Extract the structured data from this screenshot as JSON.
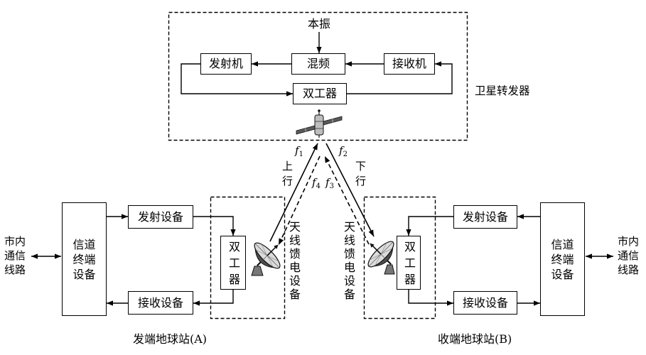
{
  "satellite": {
    "title": "卫星转发器",
    "local_oscillator": "本振",
    "transmitter": "发射机",
    "mixer": "混频",
    "receiver": "接收机",
    "duplexer": "双工器"
  },
  "links": {
    "uplink_label": "上行",
    "downlink_label": "下行",
    "f1": {
      "symbol": "f",
      "index": "1"
    },
    "f2": {
      "symbol": "f",
      "index": "2"
    },
    "f3": {
      "symbol": "f",
      "index": "3"
    },
    "f4": {
      "symbol": "f",
      "index": "4"
    }
  },
  "station_a": {
    "label": "发端地球站(A)",
    "city_line": [
      "市内",
      "通信",
      "线路"
    ],
    "channel_terminal": [
      "信道",
      "终端",
      "设备"
    ],
    "transmit_equipment": "发射设备",
    "receive_equipment": "接收设备",
    "duplexer": "双工器",
    "antenna_feed": "天线馈电设备"
  },
  "station_b": {
    "label": "收端地球站(B)",
    "city_line": [
      "市内",
      "通信",
      "线路"
    ],
    "channel_terminal": [
      "信道",
      "终端",
      "设备"
    ],
    "transmit_equipment": "发射设备",
    "receive_equipment": "接收设备",
    "duplexer": "双工器",
    "antenna_feed": "天线馈电设备"
  },
  "icons": {
    "satellite": "satellite-icon",
    "antenna_a": "dish-antenna-icon",
    "antenna_b": "dish-antenna-icon"
  },
  "colors": {
    "stroke": "#000000",
    "background": "#ffffff"
  }
}
